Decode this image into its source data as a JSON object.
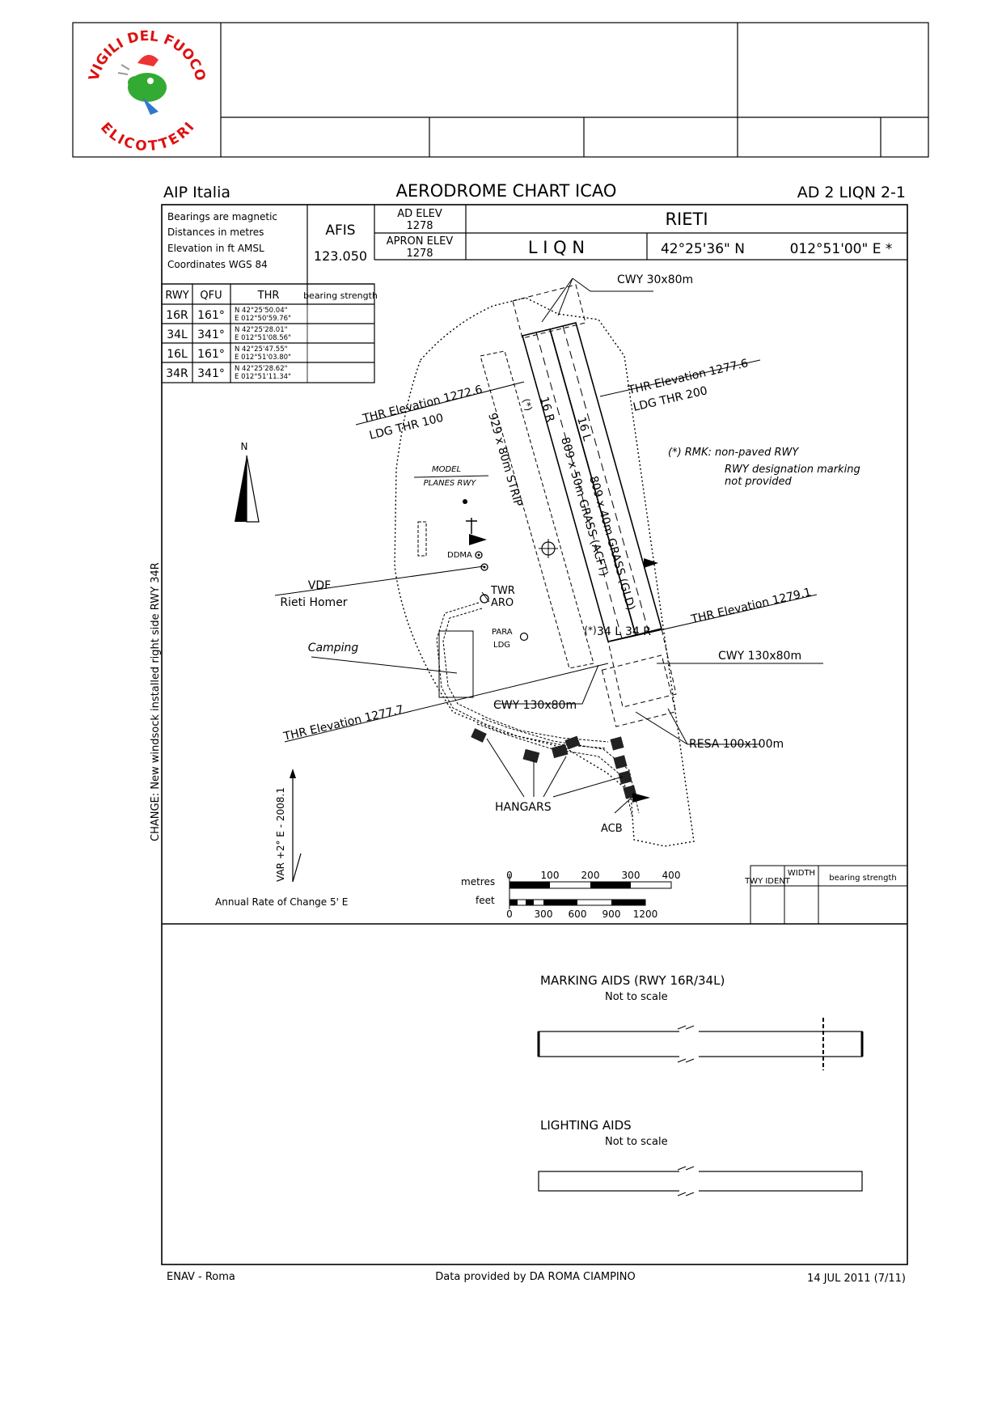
{
  "header_box": {
    "logo": {
      "top_text": "VIGILI DEL FUOCO",
      "bottom_text": "ELICOTTERI"
    }
  },
  "chart": {
    "top": {
      "left": "AIP Italia",
      "center": "AERODROME CHART ICAO",
      "right": "AD 2 LIQN 2-1"
    },
    "info": [
      "Bearings are magnetic",
      "Distances in metres",
      "Elevation in ft AMSL",
      "Coordinates WGS 84"
    ],
    "afis": {
      "label": "AFIS",
      "freq": "123.050"
    },
    "ad_elev": {
      "label": "AD ELEV",
      "value": "1278"
    },
    "apron_elev": {
      "label": "APRON ELEV",
      "value": "1278"
    },
    "name": "RIETI",
    "icao": "L I Q N",
    "lat": "42°25'36\" N",
    "lon": "012°51'00\" E *",
    "rwy_table": {
      "headers": [
        "RWY",
        "QFU",
        "THR",
        "bearing strength"
      ],
      "rows": [
        {
          "rwy": "16R",
          "qfu": "161°",
          "thr1": "N 42°25'50.04\"",
          "thr2": "E 012°50'59.76\""
        },
        {
          "rwy": "34L",
          "qfu": "341°",
          "thr1": "N 42°25'28.01\"",
          "thr2": "E 012°51'08.56\""
        },
        {
          "rwy": "16L",
          "qfu": "161°",
          "thr1": "N 42°25'47.55\"",
          "thr2": "E 012°51'03.80\""
        },
        {
          "rwy": "34R",
          "qfu": "341°",
          "thr1": "N 42°25'28.62\"",
          "thr2": "E 012°51'11.34\""
        }
      ]
    },
    "map": {
      "north": "N",
      "cwy_top": "CWY 30x80m",
      "thr_left_top": "THR Elevation 1272.6",
      "ldg_left_top": "LDG THR 100",
      "thr_right_top": "THR Elevation 1277.6",
      "ldg_right_top": "LDG THR 200",
      "rmk1": "(*) RMK: non-paved RWY",
      "rmk2": "RWY designation marking",
      "rmk3": "not provided",
      "model1": "MODEL",
      "model2": "PLANES RWY",
      "strip": "929 x 80m STRIP",
      "acft": "809 x 50m GRASS (ACFT)",
      "gld": "809 x 40m GRASS (GLD)",
      "r16r": "16 R",
      "r16l": "16 L",
      "star_top": "(*)",
      "star_bottom": "(*)",
      "r34l": "34 L",
      "r34r": "34 R",
      "ddma": "DDMA",
      "vdf": "VDF",
      "homer": "Rieti Homer",
      "twr": "TWR",
      "aro": "ARO",
      "para": "PARA",
      "ldg": "LDG",
      "camping": "Camping",
      "thr_right_bottom": "THR Elevation 1279.1",
      "cwy_right": "CWY 130x80m",
      "cwy_center": "CWY 130x80m",
      "thr_left_bottom": "THR Elevation 1277.7",
      "resa": "RESA 100x100m",
      "hangars": "HANGARS",
      "acb": "ACB",
      "change": "CHANGE: New windsock installed right side RWY 34R",
      "var": "VAR +2° E - 2008.1",
      "annual": "Annual Rate of Change 5' E"
    },
    "scale": {
      "metres": "metres",
      "feet": "feet",
      "m_ticks": [
        "0",
        "100",
        "200",
        "300",
        "400"
      ],
      "ft_ticks": [
        "0",
        "300",
        "600",
        "900",
        "1200"
      ]
    },
    "twy_table": {
      "headers": [
        "TWY IDENT",
        "WIDTH",
        "bearing strength"
      ]
    },
    "marking": {
      "title": "MARKING AIDS (RWY 16R/34L)",
      "sub": "Not to scale"
    },
    "lighting": {
      "title": "LIGHTING AIDS",
      "sub": "Not to scale"
    },
    "footer": {
      "left": "ENAV - Roma",
      "center": "Data provided by DA ROMA CIAMPINO",
      "right": "14 JUL 2011 (7/11)"
    }
  }
}
